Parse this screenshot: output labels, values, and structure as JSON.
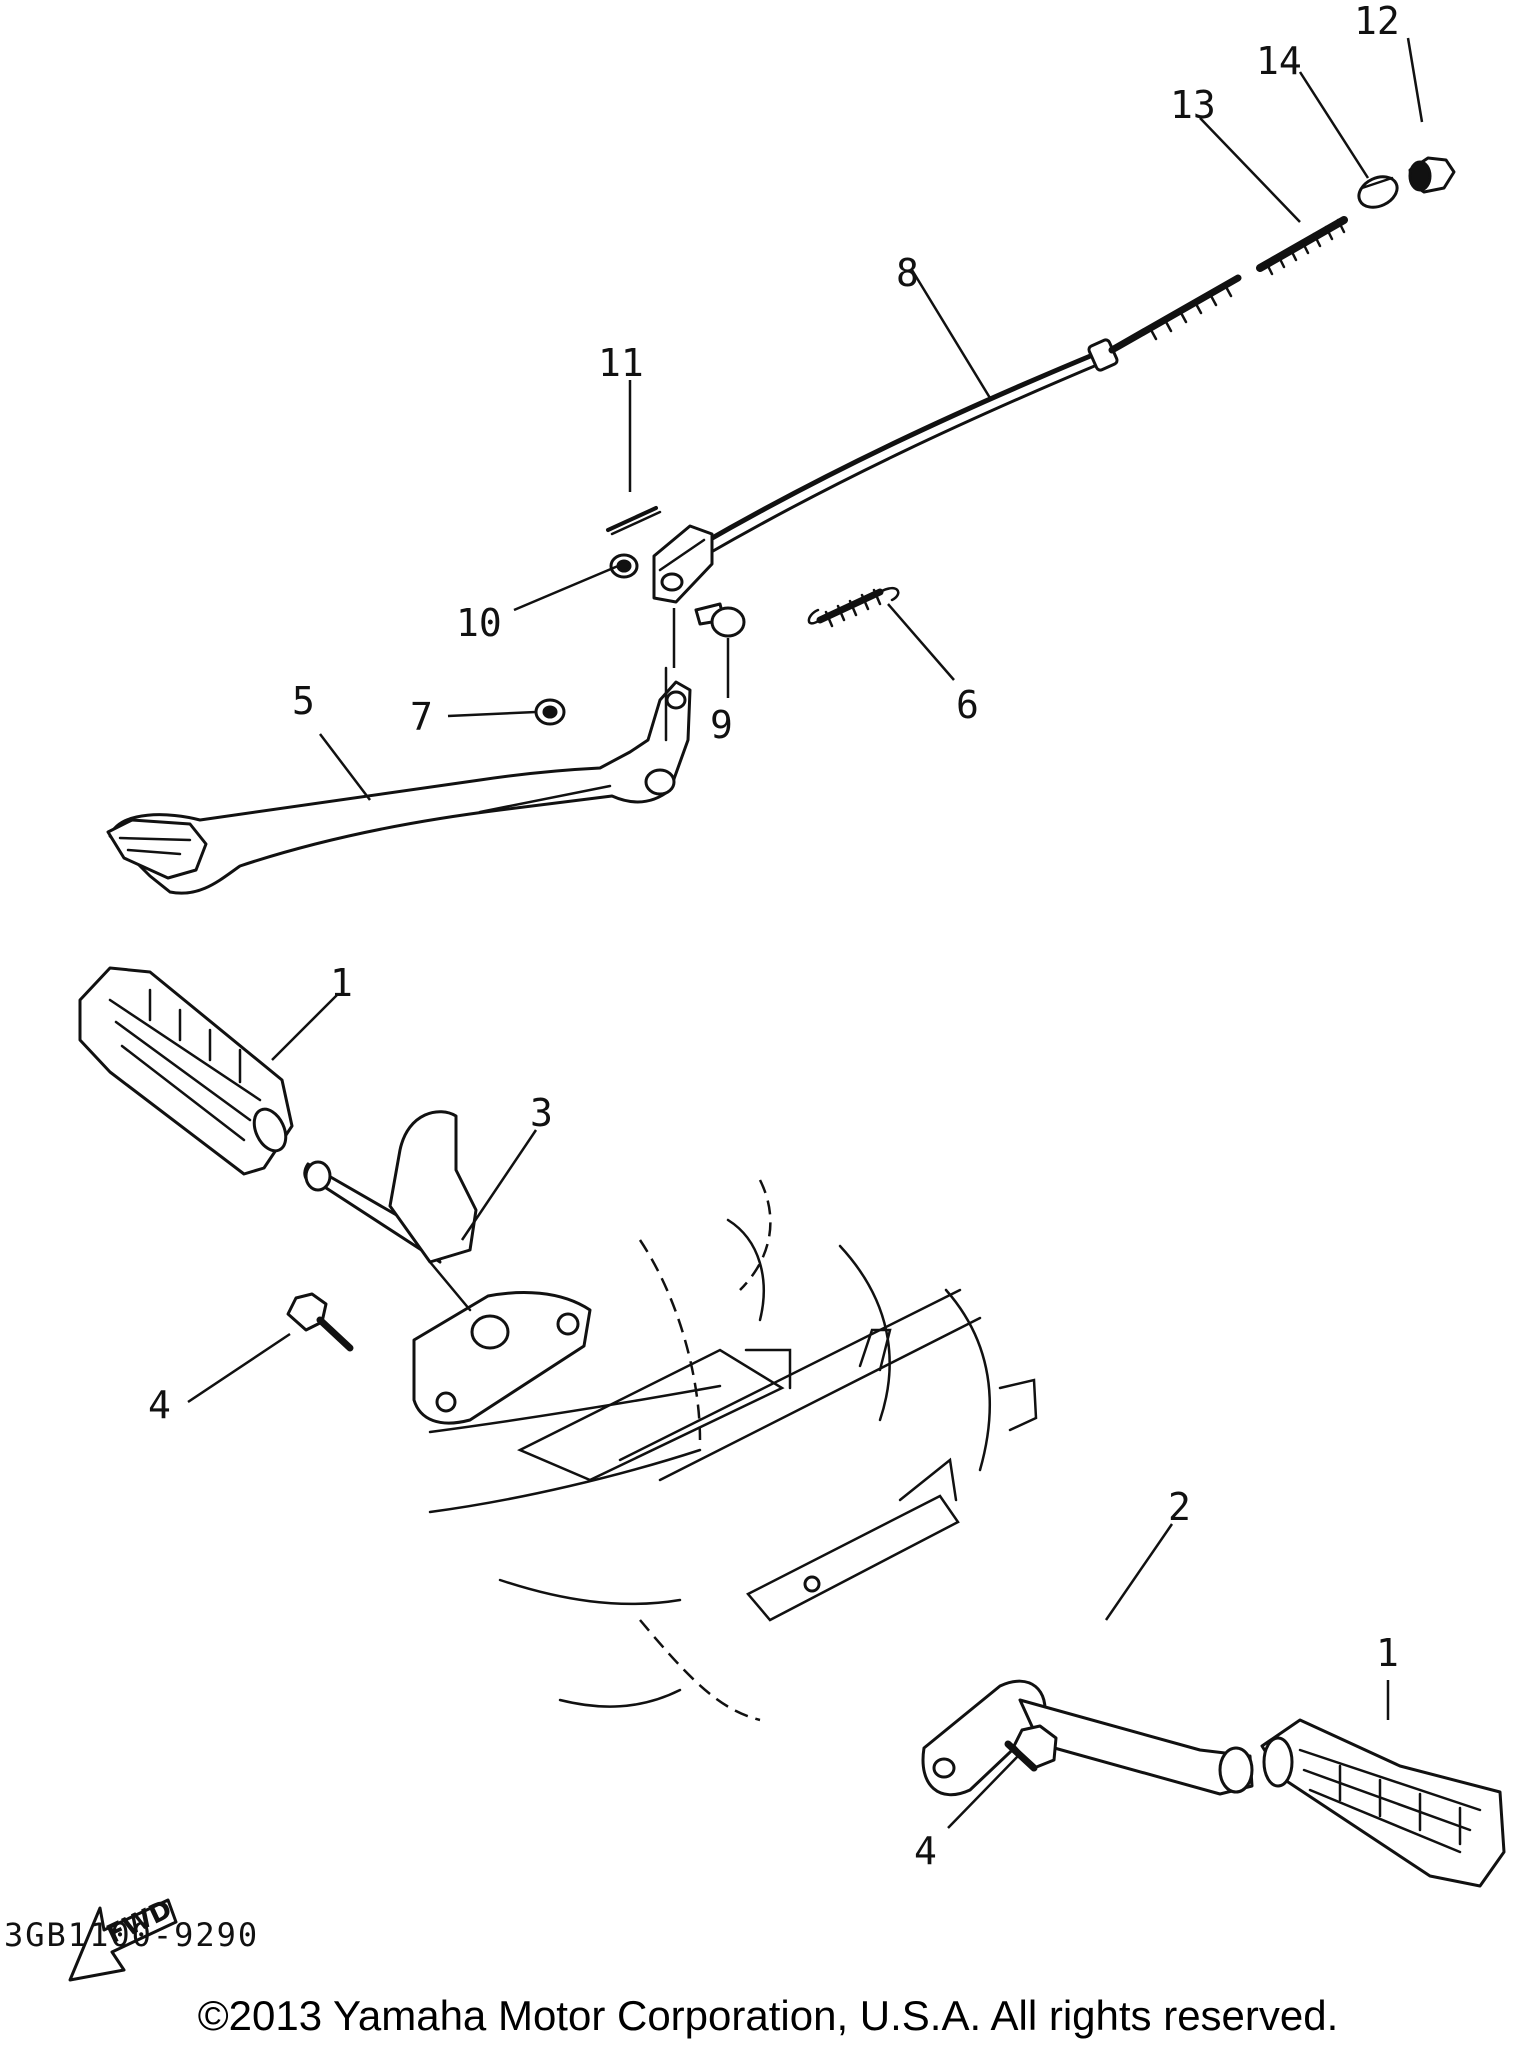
{
  "callouts": {
    "c1a": "1",
    "c1b": "1",
    "c2": "2",
    "c3": "3",
    "c4a": "4",
    "c4b": "4",
    "c5": "5",
    "c6": "6",
    "c7": "7",
    "c8": "8",
    "c9": "9",
    "c10": "10",
    "c11": "11",
    "c12": "12",
    "c13": "13",
    "c14": "14"
  },
  "direction_label": "FWD",
  "diagram_code": "3GB1100-9290",
  "copyright": "©2013 Yamaha Motor Corporation, U.S.A. All rights reserved."
}
